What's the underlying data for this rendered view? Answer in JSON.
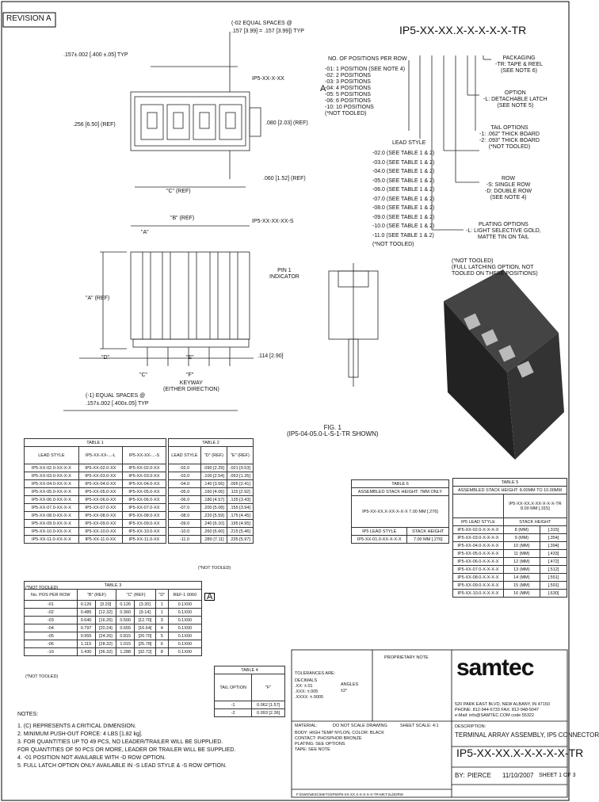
{
  "header": {
    "revision": "REVISION A",
    "part_number": "IP5-XX-XX.X-X-X-X-X-TR"
  },
  "callouts": {
    "no_positions_title": "NO. OF POSITIONS PER ROW",
    "positions_list": [
      "-01: 1 POSITION (SEE NOTE 4)",
      "-02: 2 POSITIONS",
      "-03: 3 POSITIONS",
      "-04: 4 POSITIONS",
      "-05: 5 POSITIONS",
      "-06: 6 POSITIONS",
      "-10: 10 POSITIONS",
      "(*NOT TOOLED)"
    ],
    "lead_style_title": "LEAD STYLE",
    "lead_styles": [
      "-02.0 (SEE TABLE 1 & 2)",
      "-03.0 (SEE TABLE 1 & 2)",
      "-04.0 (SEE TABLE 1 & 2)",
      "-05.0 (SEE TABLE 1 & 2)",
      "-06.0 (SEE TABLE 1 & 2)",
      "-07.0 (SEE TABLE 1 & 2)",
      "-08.0 (SEE TABLE 1 & 2)",
      "-09.0 (SEE TABLE 1 & 2)",
      "-10.0 (SEE TABLE 1 & 2)",
      "-11.0 (SEE TABLE 1 & 2)",
      "(*NOT TOOLED)"
    ],
    "packaging": [
      "PACKAGING",
      "-TR: TAPE & REEL",
      "(SEE NOTE 6)"
    ],
    "option": [
      "OPTION",
      "-L: DETACHABLE LATCH",
      "(SEE NOTE 5)"
    ],
    "tail_options": [
      "TAIL OPTIONS",
      "-1: .062\" THICK BOARD",
      "-2: .093\" THICK BOARD",
      "(*NOT TOOLED)"
    ],
    "row": [
      "ROW",
      "-S: SINGLE ROW",
      "-D: DOUBLE ROW",
      "(SEE NOTE 4)"
    ],
    "plating": [
      "PLATING OPTIONS",
      "-L: LIGHT SELECTIVE GOLD,",
      "MATTE TIN ON TAIL"
    ],
    "not_tooled": [
      "(*NOT TOOLED)",
      "(FULL LATCHING OPTION, NOT",
      "TOOLED ON THESE POSITIONS)"
    ],
    "pin1": [
      "PIN 1",
      "INDICATOR"
    ],
    "keyway": [
      "KEYWAY",
      "(EITHER DIRECTION)"
    ],
    "fig1": [
      "FIG. 1",
      "(IP5-04-05.0-L-S-1-TR SHOWN)"
    ]
  },
  "dims": [
    "(-02 EQUAL SPACES @",
    ".157 [3.99] = .157 [3.99]) TYP",
    ".157±.002 [.400 ±.05] TYP",
    "IP5-XX-X-XX",
    ".256 [6.50] (REF)",
    ".080 [2.03] (REF)",
    ".060 [1.52] (REF)",
    "\"C\" (REF)",
    "\"B\" (REF)",
    "\"A\"",
    "\"A\" (REF)",
    "IP5-XX-XX-XX-S",
    ".114 [2.90]",
    "\"D\"",
    "\"E\"",
    "\"C\"",
    "\"F\"",
    "(-1) EQUAL SPACES @",
    ".157±.002 [.400±.05] TYP"
  ],
  "table1": {
    "title": "TABLE 1",
    "headers": [
      "LEAD STYLE",
      "IP5-XX-XX-...-L",
      "IP5-XX-XX-...-S"
    ],
    "rows": [
      [
        "IP5-XX-02.0-XX-X-X",
        "IP5-XX-02.0-XX",
        "IP5-XX-02.0-XX"
      ],
      [
        "IP5-XX-03.0-XX-X-X",
        "IP5-XX-03.0-XX",
        "IP5-XX-03.0-XX"
      ],
      [
        "IP5-XX-04.0-XX-X-X",
        "IP5-XX-04.0-XX",
        "IP5-XX-04.0-XX"
      ],
      [
        "IP5-XX-05.0-XX-X-X",
        "IP5-XX-05.0-XX",
        "IP5-XX-05.0-XX"
      ],
      [
        "IP5-XX-06.0-XX-X-X",
        "IP5-XX-06.0-XX",
        "IP5-XX-06.0-XX"
      ],
      [
        "IP5-XX-07.0-XX-X-X",
        "IP5-XX-07.0-XX",
        "IP5-XX-07.0-XX"
      ],
      [
        "IP5-XX-08.0-XX-X-X",
        "IP5-XX-08.0-XX",
        "IP5-XX-08.0-XX"
      ],
      [
        "IP5-XX-09.0-XX-X-X",
        "IP5-XX-09.0-XX",
        "IP5-XX-09.0-XX"
      ],
      [
        "IP5-XX-10.0-XX-X-X",
        "IP5-XX-10.0-XX",
        "IP5-XX-10.0-XX"
      ],
      [
        "IP5-XX-11.0-XX-X-X",
        "IP5-XX-11.0-XX",
        "IP5-XX-11.0-XX"
      ]
    ],
    "footnote": "(*NOT TOOLED)"
  },
  "table2": {
    "title": "TABLE 2",
    "headers": [
      "LEAD STYLE",
      "\"D\" (REF)",
      "\"E\" (REF)"
    ],
    "rows": [
      [
        "-02.0",
        ".090 [2.29]",
        ".021 [0.53]"
      ],
      [
        "-03.0",
        ".100 [2.54]",
        ".053 [1.35]"
      ],
      [
        "-04.0",
        ".140 [3.56]",
        ".095 [2.41]"
      ],
      [
        "-05.0",
        ".160 [4.06]",
        ".115 [2.92]"
      ],
      [
        "-06.0",
        ".180 [4.57]",
        ".135 [3.43]"
      ],
      [
        "-07.0",
        ".200 [5.08]",
        ".155 [3.94]"
      ],
      [
        "-08.0",
        ".220 [5.59]",
        ".175 [4.45]"
      ],
      [
        "-09.0",
        ".240 [6.10]",
        ".195 [4.95]"
      ],
      [
        "-10.0",
        ".260 [6.60]",
        ".215 [5.46]"
      ],
      [
        "-11.0",
        ".280 [7.11]",
        ".235 [5.97]"
      ]
    ],
    "footnote": "(*NOT TOOLED)"
  },
  "table3": {
    "title": "TABLE 3",
    "headers": [
      "No. POS PER ROW",
      "\"B\" (REF)",
      "",
      "\"C\" (REF)",
      "",
      "\"D\"",
      "REF-1 0060"
    ],
    "rows": [
      [
        "-01",
        "0.126",
        "[3.20]",
        "0.126",
        "[3.20]",
        "1",
        "0.1X00"
      ],
      [
        "-02",
        "0.485",
        "[12.32]",
        "0.360",
        "[9.14]",
        "1",
        "0.1X00"
      ],
      [
        "-03",
        "0.640",
        "[16.26]",
        "0.500",
        "[12.70]",
        "3",
        "0.1X00"
      ],
      [
        "-04",
        "0.797",
        "[20.24]",
        "0.655",
        "[16.64]",
        "4",
        "0.1X00"
      ],
      [
        "-05",
        "0.955",
        "[24.26]",
        "0.815",
        "[20.70]",
        "5",
        "0.1X00"
      ],
      [
        "-06",
        "1.115",
        "[28.32]",
        "1.015",
        "[25.78]",
        "6",
        "0.1X00"
      ],
      [
        "-10",
        "1.430",
        "[36.32]",
        "1.288",
        "[32.72]",
        "8",
        "0.1X00"
      ]
    ],
    "footnote": "(*NOT TOOLED)"
  },
  "table4": {
    "title": "TABLE 4",
    "headers": [
      "TAIL OPTION",
      "\"F\""
    ],
    "rows": [
      [
        "-1",
        "0.062 [1.57]"
      ],
      [
        "-2",
        "0.093 [2.36]"
      ]
    ]
  },
  "table5": {
    "title": "TABLE 5",
    "header": "ASSEMBLED STACK HEIGHT: 8.00MM TO 10.00MM",
    "sub": [
      "IP5-XX-XX.X-XX-X-X-X-TR",
      "8.00 MM [.315]"
    ],
    "headers": [
      "IP5 LEAD STYLE",
      "STACK HEIGHT"
    ],
    "rows": [
      [
        "IP5-XX-02.0-X-X-X-X",
        "8 (MM)",
        "[.315]"
      ],
      [
        "IP5-XX-03.0-X-X-X-X",
        "9 (MM)",
        "[.354]"
      ],
      [
        "IP5-XX-04.0-X-X-X-X",
        "10 (MM)",
        "[.394]"
      ],
      [
        "IP5-XX-05.0-X-X-X-X",
        "11 (MM)",
        "[.433]"
      ],
      [
        "IP5-XX-06.0-X-X-X-X",
        "12 (MM)",
        "[.472]"
      ],
      [
        "IP5-XX-07.0-X-X-X-X",
        "13 (MM)",
        "[.512]"
      ],
      [
        "IP5-XX-08.0-X-X-X-X",
        "14 (MM)",
        "[.551]"
      ],
      [
        "IP5-XX-09.0-X-X-X-X",
        "15 (MM)",
        "[.591]"
      ],
      [
        "IP5-XX-10.0-X-X-X-X",
        "16 (MM)",
        "[.630]"
      ]
    ]
  },
  "table6": {
    "title": "TABLE 6",
    "header": "ASSEMBLED STACK HEIGHT: 7MM ONLY",
    "sub": "IP5-XX-XX.X-XX-X-X-X 7.00 MM [.276]",
    "headers": [
      "IP5 LEAD STYLE",
      "STACK HEIGHT"
    ],
    "rows": [
      [
        "IP5-XX-01.0-XX-X-X-X",
        "7.00 MM [.276]"
      ]
    ]
  },
  "notes": {
    "title": "NOTES:",
    "items": [
      "1. (C) REPRESENTS A CRITICAL DIMENSION.",
      "2. MINIMUM PUSH-OUT FORCE: 4 LBS [1.82 kg].",
      "3. FOR QUANTITIES UP TO 49 PCS, NO LEADER/TRAILER WILL BE SUPPLIED.",
      "   FOR QUANTITIES OF 50 PCS OR MORE, LEADER OR TRAILER WILL BE SUPPLIED.",
      "4. -01 POSITION NOT AVAILABLE WITH -D ROW OPTION.",
      "5. FULL LATCH OPTION ONLY AVAILABLE IN -S LEAD STYLE & -S ROW OPTION."
    ]
  },
  "title_block": {
    "tolerances_title": "TOLERANCES ARE:",
    "tolerances": [
      "DECIMALS",
      ".XX: ±.01",
      ".XXX: ±.005",
      ".XXXX: ±.0005",
      "ANGLES",
      "±2°"
    ],
    "proprietary": "PROPRIETARY NOTE",
    "material_label": "MATERIAL:",
    "material": [
      "BODY: HIGH TEMP NYLON, COLOR: BLACK",
      "CONTACT: PHOSPHOR BRONZE",
      "PLATING: SEE OPTIONS",
      "TAPE: SEE NOTE"
    ],
    "do_not_scale": "DO NOT SCALE DRAWING",
    "sheet_scale": "SHEET SCALE: 4:1",
    "company": "samtec",
    "address": [
      "520 PARK EAST BLVD, NEW ALBANY, IN 47150",
      "PHONE: 812-944-6733  FAX: 812-948-5047",
      "e-Mail: info@SAMTEC.COM  code 55322"
    ],
    "description_label": "DESCRIPTION:",
    "description": "TERMINAL ARRAY ASSEMBLY, IP5 CONNECTOR",
    "part": "IP5-XX-XX.X-X-X-X-X-TR",
    "by_label": "BY:",
    "by": "PIERCE",
    "date": "11/10/2007",
    "sheet": "SHEET 1 OF 3",
    "footer": "F:\\DWG\\MISC\\MKTG\\IP5\\IP5-XX-XX.X-X-X-X-X-TR-MKT.SLDDRW"
  }
}
